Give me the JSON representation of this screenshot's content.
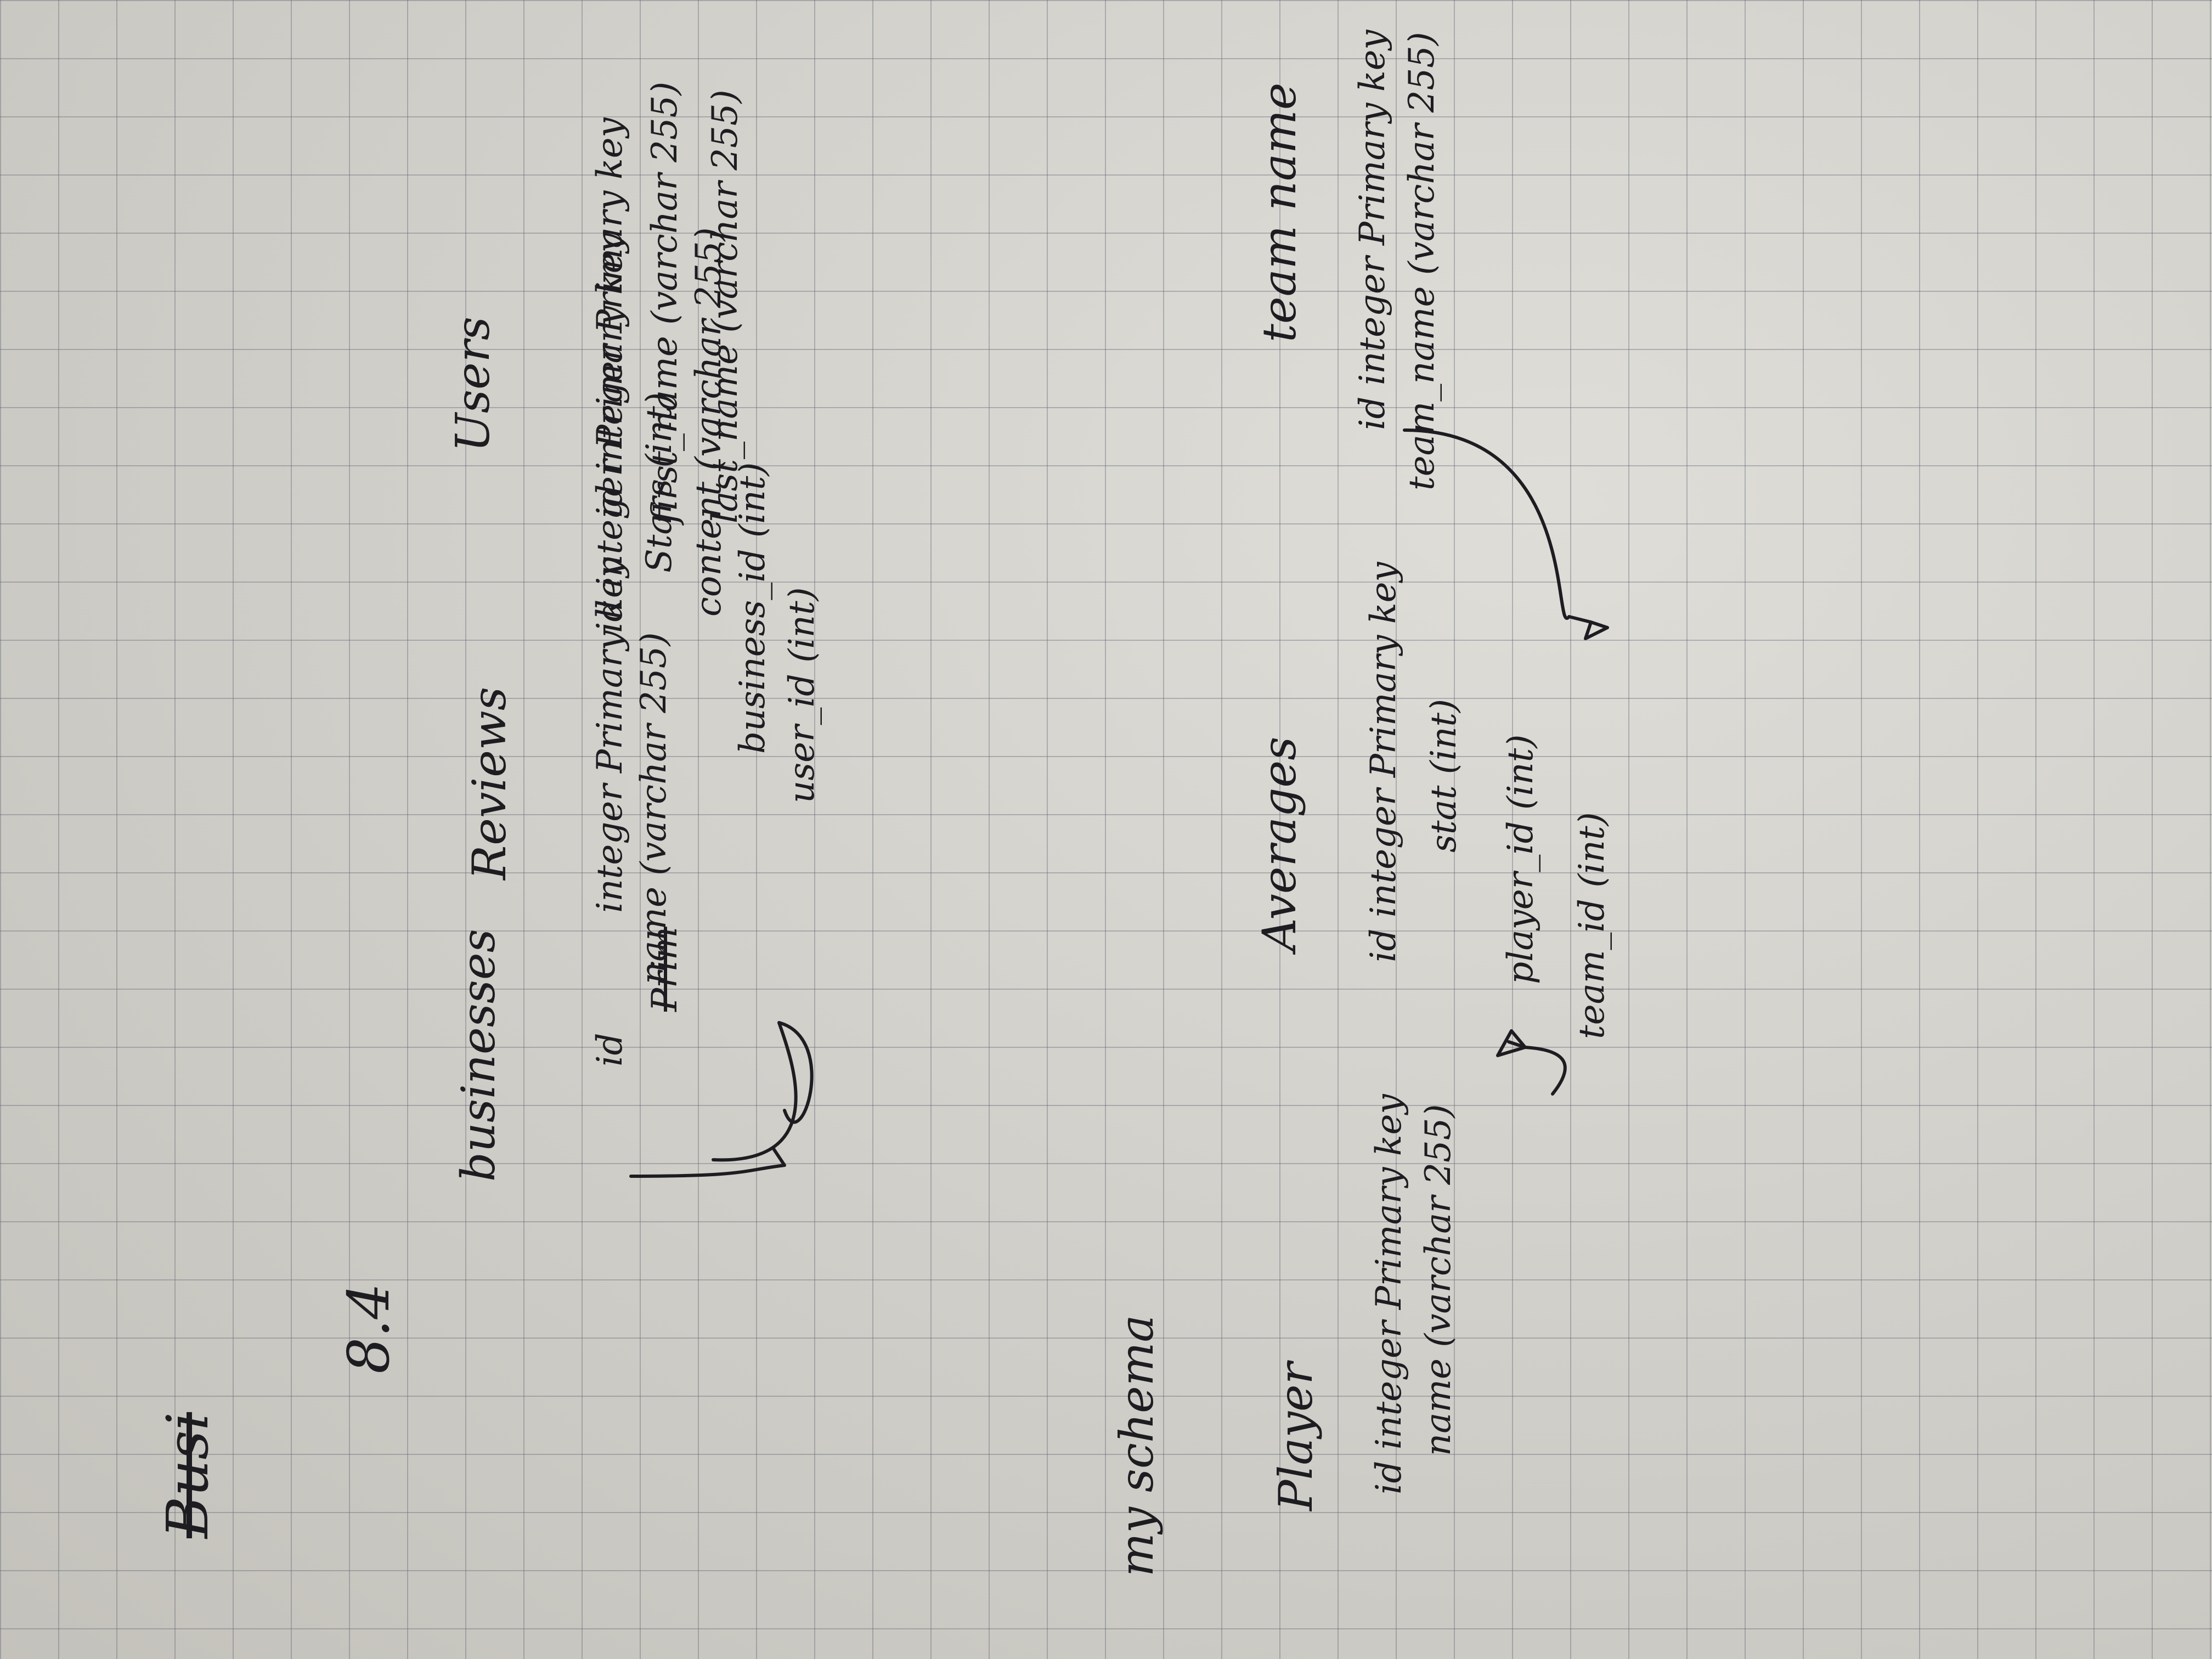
{
  "sheet": {
    "heading": "Busi",
    "section": "8.4"
  },
  "businesses": {
    "title": "businesses",
    "struck": "Prim",
    "fields": [
      "id",
      "integer Primary key",
      "name (varchar 255)"
    ]
  },
  "reviews": {
    "title": "Reviews",
    "fields": [
      "id integer Primary key",
      "Stars (int)",
      "content (varchar 255)",
      "business_id (int)",
      "user_id (int)"
    ]
  },
  "users": {
    "title": "Users",
    "fields": [
      "id integer Primary key",
      "first_name (varchar 255)",
      "last_name (varchar 255)"
    ]
  },
  "my_schema": {
    "label": "my schema"
  },
  "player": {
    "title": "Player",
    "fields": [
      "id integer Primary key",
      "name (varchar 255)"
    ]
  },
  "averages": {
    "title": "Averages",
    "fields": [
      "id integer Primary key",
      "stat (int)",
      "player_id (int)",
      "team_id (int)"
    ]
  },
  "team": {
    "title": "team name",
    "fields": [
      "id integer Primary key",
      "team_name (varchar 255)"
    ]
  }
}
